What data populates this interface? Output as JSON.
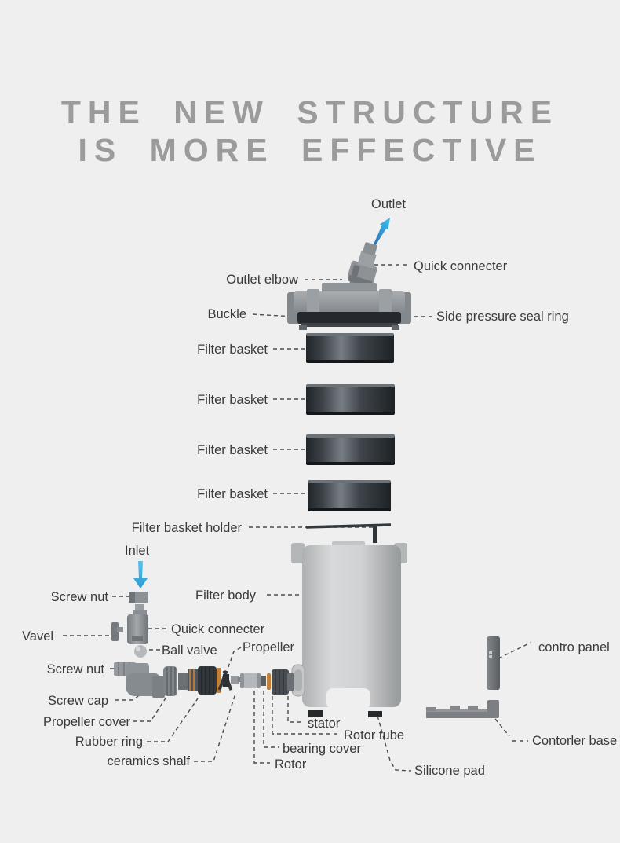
{
  "title": {
    "line1": "THE NEW STRUCTURE",
    "line2": "IS MORE EFFECTIVE"
  },
  "diagram": {
    "labels": {
      "outlet": "Outlet",
      "quick_connecter_top": "Quick connecter",
      "outlet_elbow": "Outlet elbow",
      "buckle": "Buckle",
      "side_pressure_seal_ring": "Side pressure seal ring",
      "filter_basket_1": "Filter basket",
      "filter_basket_2": "Filter basket",
      "filter_basket_3": "Filter basket",
      "filter_basket_4": "Filter basket",
      "filter_basket_holder": "Filter basket holder",
      "inlet": "Inlet",
      "filter_body": "Filter body",
      "screw_nut_1": "Screw nut",
      "vavel": "Vavel",
      "quick_connecter_bottom": "Quick connecter",
      "ball_valve": "Ball valve",
      "screw_nut_2": "Screw nut",
      "propeller": "Propeller",
      "screw_cap": "Screw cap",
      "propeller_cover": "Propeller cover",
      "rubber_ring": "Rubber ring",
      "ceramics_shalf": "ceramics shalf",
      "rotor": "Rotor",
      "bearing_cover": "bearing cover",
      "stator": "stator",
      "rotor_tube": "Rotor tube",
      "silicone_pad": "Silicone pad",
      "contro_panel": "contro panel",
      "contorler_base": "Contorler base"
    },
    "colors": {
      "background": "#efefef",
      "title_text": "#9b9b9b",
      "label_text": "#3a3a3a",
      "leader_line": "#4b4b4b",
      "arrow_blue_light": "#38b6ea",
      "arrow_blue_dark": "#2d6cb0",
      "basket_dark": "#3c4247",
      "body_gray": "#c9cbcc",
      "accent_orange": "#c08038"
    }
  }
}
